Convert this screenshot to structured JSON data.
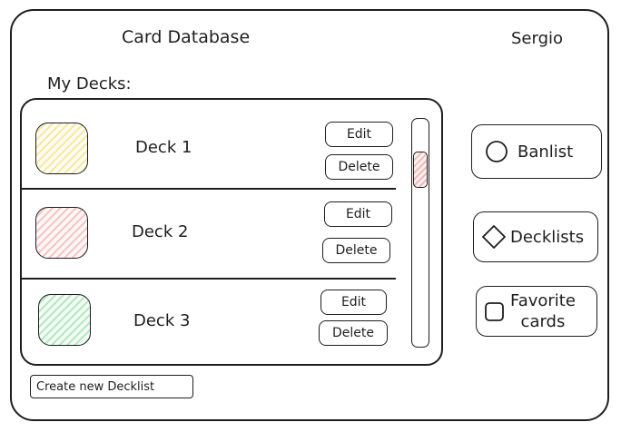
{
  "header": {
    "title": "Card Database",
    "user": "Sergio"
  },
  "decks_section": {
    "label": "My Decks:"
  },
  "decks": [
    {
      "name": "Deck 1",
      "edit_label": "Edit",
      "delete_label": "Delete",
      "color": "#f5e8a8"
    },
    {
      "name": "Deck 2",
      "edit_label": "Edit",
      "delete_label": "Delete",
      "color": "#f3c7c7"
    },
    {
      "name": "Deck 3",
      "edit_label": "Edit",
      "delete_label": "Delete",
      "color": "#b9e6c6"
    }
  ],
  "sidebar": {
    "banlist": {
      "label": "Banlist",
      "icon": "circle-icon"
    },
    "decklists": {
      "label": "Decklists",
      "icon": "diamond-icon"
    },
    "favorites": {
      "label_line1": "Favorite",
      "label_line2": "cards",
      "icon": "square-icon"
    }
  },
  "footer": {
    "create_label": "Create new Decklist"
  }
}
